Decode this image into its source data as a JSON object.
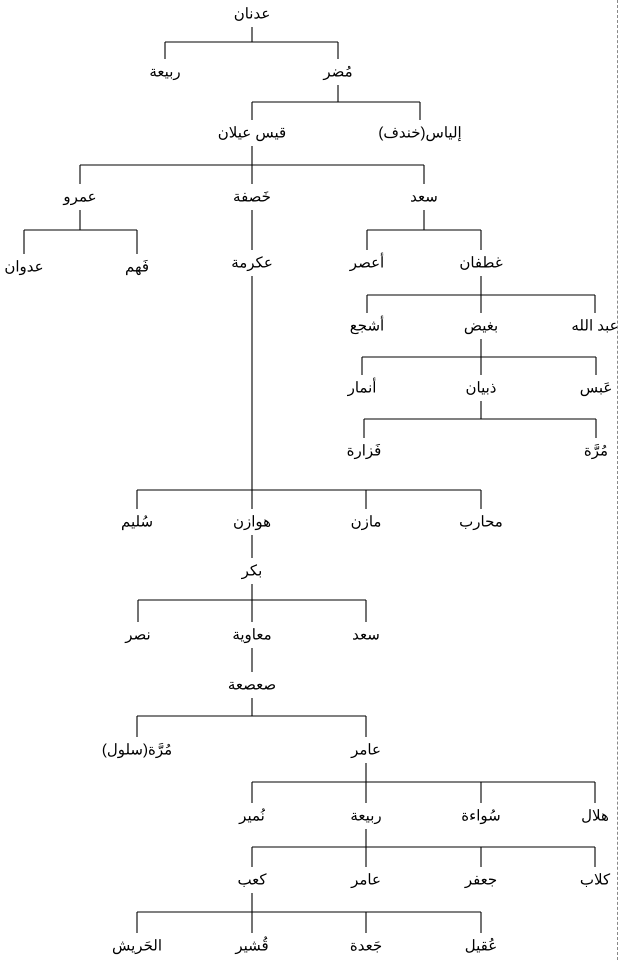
{
  "colors": {
    "line": "#000000",
    "text": "#000000",
    "background": "#ffffff"
  },
  "nodes": [
    {
      "id": "adnan",
      "name": "عدنان"
    },
    {
      "id": "rabia1",
      "name": "ربيعة"
    },
    {
      "id": "mudar",
      "name": "مُضر"
    },
    {
      "id": "ilyas",
      "name": "إلياس(خندف)"
    },
    {
      "id": "qays",
      "name": "قيس عيلان"
    },
    {
      "id": "amr",
      "name": "عمرو"
    },
    {
      "id": "khasafa",
      "name": "خَصفة"
    },
    {
      "id": "saad1",
      "name": "سعد"
    },
    {
      "id": "adwan",
      "name": "عدوان"
    },
    {
      "id": "fahm",
      "name": "فَهم"
    },
    {
      "id": "ikrima",
      "name": "عكرمة"
    },
    {
      "id": "aasur",
      "name": "أعصر"
    },
    {
      "id": "ghatafan",
      "name": "غطفان"
    },
    {
      "id": "ashja",
      "name": "أشجع"
    },
    {
      "id": "baghid",
      "name": "بغيض"
    },
    {
      "id": "abdallah",
      "name": "عبد الله"
    },
    {
      "id": "anmar",
      "name": "أنمار"
    },
    {
      "id": "dhubyan",
      "name": "ذبيان"
    },
    {
      "id": "abs",
      "name": "عَبس"
    },
    {
      "id": "fazara",
      "name": "فَزارة"
    },
    {
      "id": "murra1",
      "name": "مُرَّة"
    },
    {
      "id": "sulaym",
      "name": "سُليم"
    },
    {
      "id": "hawazin",
      "name": "هوازن"
    },
    {
      "id": "mazin",
      "name": "مازن"
    },
    {
      "id": "muharib",
      "name": "محارب"
    },
    {
      "id": "bakr",
      "name": "بكر"
    },
    {
      "id": "nasr",
      "name": "نصر"
    },
    {
      "id": "muawiya",
      "name": "معاوية"
    },
    {
      "id": "saad2",
      "name": "سعد"
    },
    {
      "id": "sasaa",
      "name": "صعصعة"
    },
    {
      "id": "murra2",
      "name": "مُرَّة(سلول)"
    },
    {
      "id": "amir1",
      "name": "عامر"
    },
    {
      "id": "numayr",
      "name": "نُمير"
    },
    {
      "id": "rabia2",
      "name": "ربيعة"
    },
    {
      "id": "suwaa",
      "name": "سُواءة"
    },
    {
      "id": "hilal",
      "name": "هلال"
    },
    {
      "id": "kab",
      "name": "كعب"
    },
    {
      "id": "amir2",
      "name": "عامر"
    },
    {
      "id": "jafar",
      "name": "جعفر"
    },
    {
      "id": "kilab",
      "name": "كلاب"
    },
    {
      "id": "harish",
      "name": "الحَريش"
    },
    {
      "id": "qushayr",
      "name": "قُشير"
    },
    {
      "id": "jada",
      "name": "جَعدة"
    },
    {
      "id": "uqayl",
      "name": "عُقيل"
    }
  ],
  "edges": [
    [
      "adnan",
      [
        "rabia1",
        "mudar"
      ]
    ],
    [
      "mudar",
      [
        "qays",
        "ilyas"
      ]
    ],
    [
      "qays",
      [
        "amr",
        "khasafa",
        "saad1"
      ]
    ],
    [
      "amr",
      [
        "adwan",
        "fahm"
      ]
    ],
    [
      "khasafa",
      [
        "ikrima"
      ]
    ],
    [
      "saad1",
      [
        "aasur",
        "ghatafan"
      ]
    ],
    [
      "ghatafan",
      [
        "ashja",
        "baghid",
        "abdallah"
      ]
    ],
    [
      "baghid",
      [
        "anmar",
        "dhubyan",
        "abs"
      ]
    ],
    [
      "dhubyan",
      [
        "fazara",
        "murra1"
      ]
    ],
    [
      "ikrima",
      [
        "sulaym",
        "hawazin",
        "mazin",
        "muharib"
      ]
    ],
    [
      "hawazin",
      [
        "bakr"
      ]
    ],
    [
      "bakr",
      [
        "nasr",
        "muawiya",
        "saad2"
      ]
    ],
    [
      "muawiya",
      [
        "sasaa"
      ]
    ],
    [
      "sasaa",
      [
        "murra2",
        "amir1"
      ]
    ],
    [
      "amir1",
      [
        "numayr",
        "rabia2",
        "suwaa",
        "hilal"
      ]
    ],
    [
      "rabia2",
      [
        "kab",
        "amir2",
        "jafar",
        "kilab"
      ]
    ],
    [
      "kab",
      [
        "harish",
        "qushayr",
        "jada",
        "uqayl"
      ]
    ]
  ]
}
